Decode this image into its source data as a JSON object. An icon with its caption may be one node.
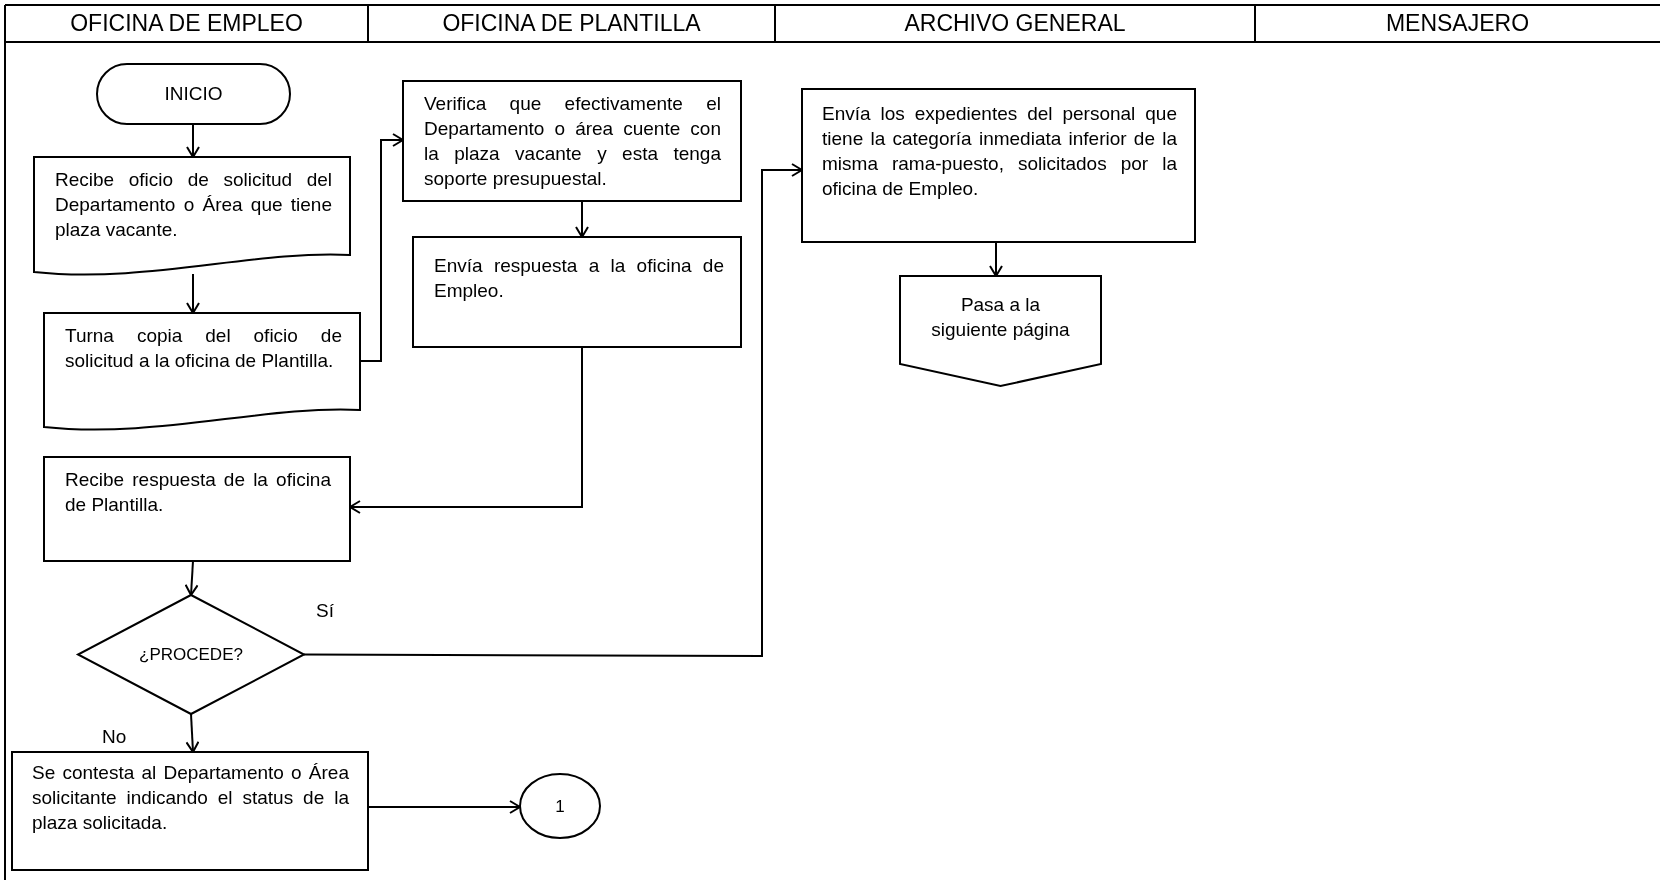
{
  "diagram": {
    "nodes": [
      {
        "text": [
          "INICIO"
        ]
      },
      {
        "text": [
          "Recibe oficio de solicitud del Departamento o Área que tiene plaza vacante."
        ]
      },
      {
        "text": [
          "Turna copia del oficio de solicitud a la oficina de Plantilla."
        ]
      },
      {
        "text": [
          "Verifica que efectivamente el Departamento o área cuente con la plaza vacante y esta tenga soporte presupuestal."
        ]
      },
      {
        "text": [
          "Envía respuesta a la oficina de Empleo."
        ]
      },
      {
        "text": [
          "Recibe respuesta de la oficina de Plantilla."
        ]
      },
      {
        "text": [
          "¿PROCEDE?"
        ]
      },
      {
        "text": [
          "Se contesta al Departamento o Área solicitante indicando el status de la plaza solicitada."
        ]
      },
      {
        "text": [
          "1"
        ]
      },
      {
        "text": [
          "Envía los expedientes del personal que tiene la categoría inmediata inferior de la misma rama-puesto, solicitados por la oficina de Empleo."
        ]
      },
      {
        "text": [
          "Pasa a la siguiente página"
        ]
      }
    ],
    "edges": [
      {
        "from": 0,
        "to": 1,
        "arrow": "to"
      },
      {
        "from": 1,
        "to": 2,
        "arrow": "to"
      },
      {
        "from": 2,
        "to": 3,
        "arrow": "to"
      },
      {
        "from": 3,
        "to": 4,
        "arrow": "to"
      },
      {
        "from": 4,
        "to": 5,
        "arrow": "to"
      },
      {
        "from": 5,
        "to": 6,
        "arrow": "to"
      },
      {
        "from": 6,
        "to": 9,
        "arrow": "to",
        "label": "Sí"
      },
      {
        "from": 6,
        "to": 7,
        "arrow": "to",
        "label": "No"
      },
      {
        "from": 7,
        "to": 8,
        "arrow": "to"
      },
      {
        "from": 9,
        "to": 10,
        "arrow": "to"
      }
    ],
    "labels": [
      "OFICINA DE EMPLEO",
      "OFICINA DE PLANTILLA",
      "ARCHIVO GENERAL",
      "MENSAJERO"
    ]
  }
}
